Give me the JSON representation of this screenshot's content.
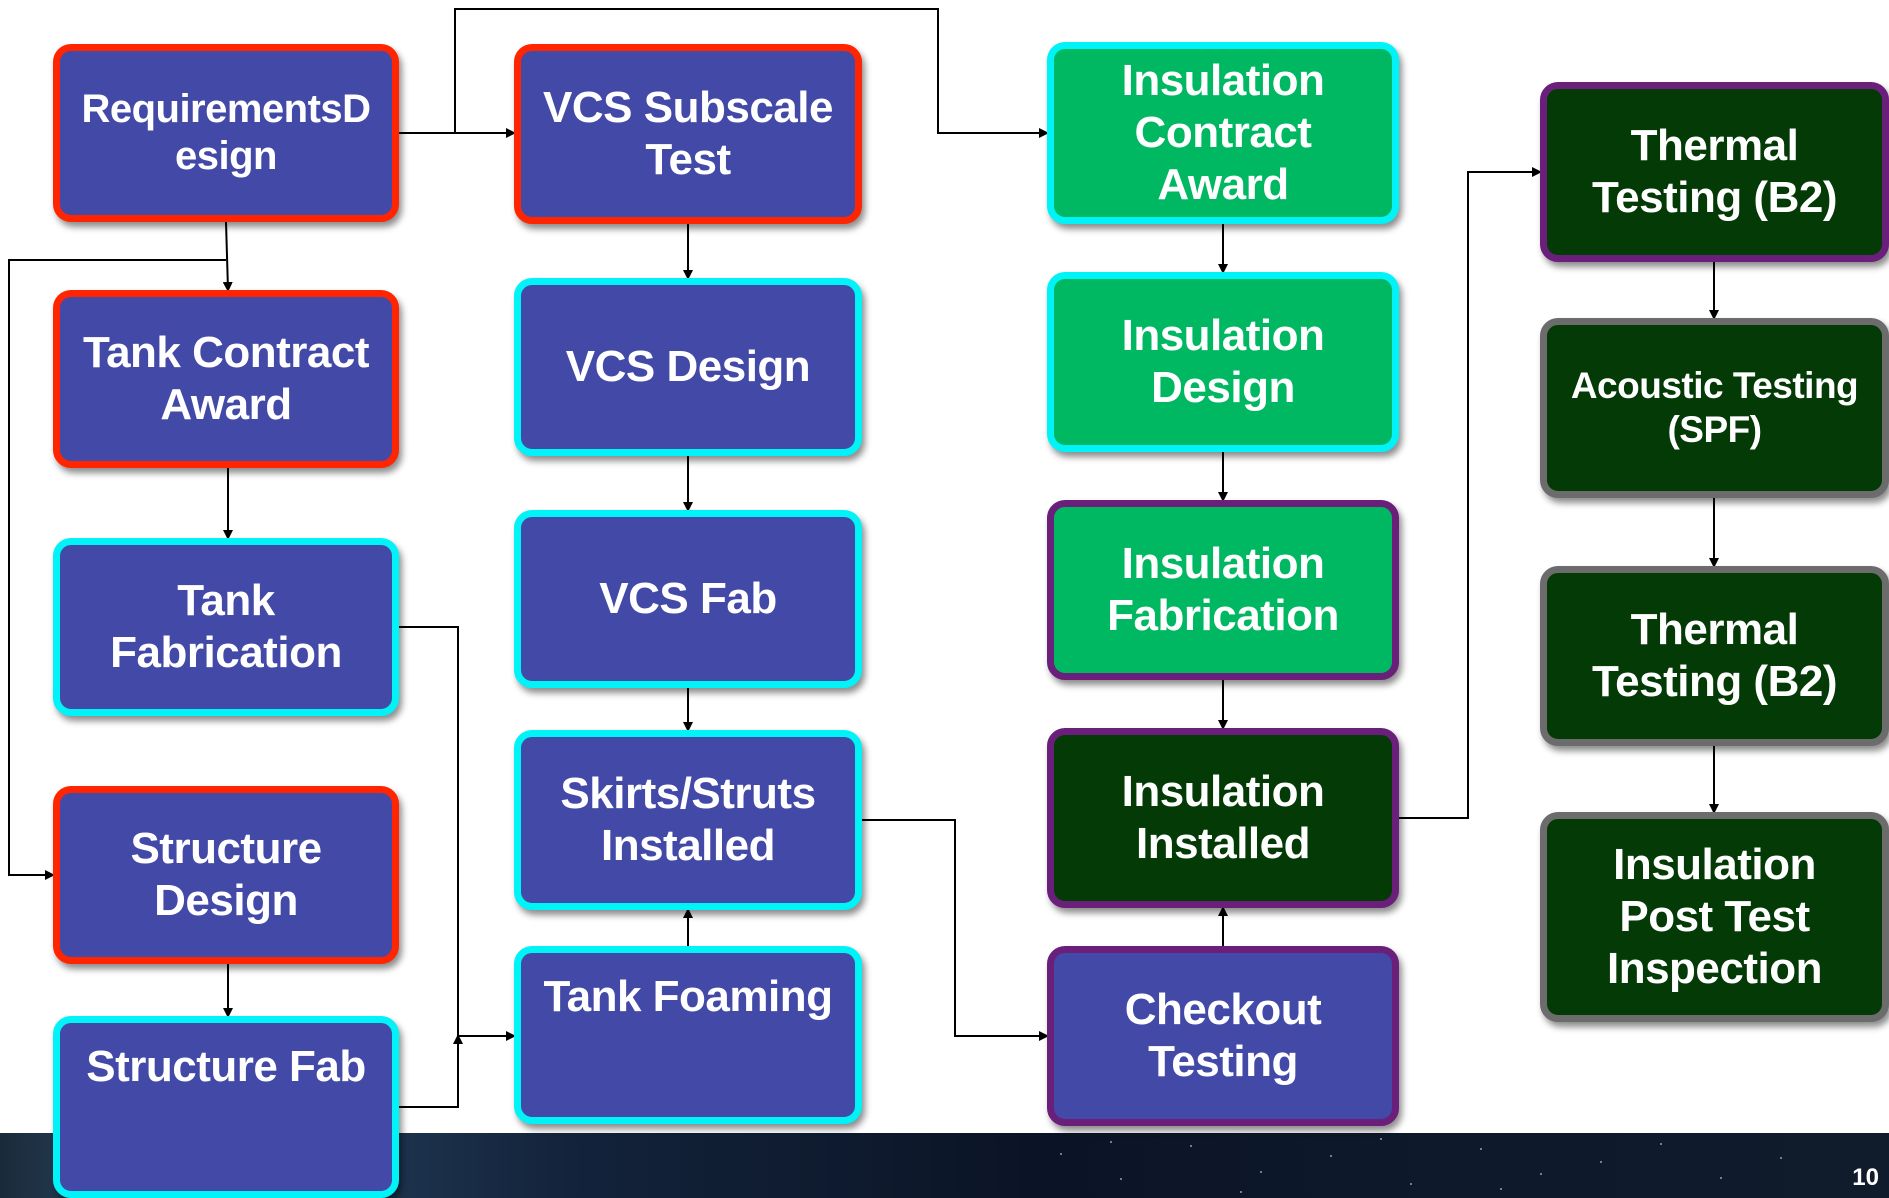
{
  "colors": {
    "fill_blue": "#4349a7",
    "fill_green": "#00b862",
    "fill_dark_green": "#033a05",
    "border_red": "#ff2500",
    "border_cyan": "#00f3f7",
    "border_purple": "#6a1f7b",
    "border_gray": "#6c6c6c",
    "connector": "#000000"
  },
  "nodes": [
    {
      "id": "requirements-design",
      "label": "RequirementsD\nesign",
      "fill": "fill_blue",
      "border": "border_red"
    },
    {
      "id": "tank-contract-award",
      "label": "Tank Contract\nAward",
      "fill": "fill_blue",
      "border": "border_red"
    },
    {
      "id": "tank-fabrication",
      "label": "Tank\nFabrication",
      "fill": "fill_blue",
      "border": "border_cyan"
    },
    {
      "id": "structure-design",
      "label": "Structure\nDesign",
      "fill": "fill_blue",
      "border": "border_red"
    },
    {
      "id": "structure-fab",
      "label": "Structure Fab",
      "fill": "fill_blue",
      "border": "border_cyan"
    },
    {
      "id": "vcs-subscale-test",
      "label": "VCS Subscale\nTest",
      "fill": "fill_blue",
      "border": "border_red"
    },
    {
      "id": "vcs-design",
      "label": "VCS Design",
      "fill": "fill_blue",
      "border": "border_cyan"
    },
    {
      "id": "vcs-fab",
      "label": "VCS Fab",
      "fill": "fill_blue",
      "border": "border_cyan"
    },
    {
      "id": "skirts-struts-installed",
      "label": "Skirts/Struts\nInstalled",
      "fill": "fill_blue",
      "border": "border_cyan"
    },
    {
      "id": "tank-foaming",
      "label": "Tank Foaming",
      "fill": "fill_blue",
      "border": "border_cyan"
    },
    {
      "id": "insulation-contract-award",
      "label": "Insulation\nContract\nAward",
      "fill": "fill_green",
      "border": "border_cyan"
    },
    {
      "id": "insulation-design",
      "label": "Insulation\nDesign",
      "fill": "fill_green",
      "border": "border_cyan"
    },
    {
      "id": "insulation-fabrication",
      "label": "Insulation\nFabrication",
      "fill": "fill_green",
      "border": "border_purple"
    },
    {
      "id": "insulation-installed",
      "label": "Insulation\nInstalled",
      "fill": "fill_dark_green",
      "border": "border_purple"
    },
    {
      "id": "checkout-testing",
      "label": "Checkout\nTesting",
      "fill": "fill_blue",
      "border": "border_purple"
    },
    {
      "id": "thermal-testing-b2-1",
      "label": "Thermal\nTesting (B2)",
      "fill": "fill_dark_green",
      "border": "border_purple"
    },
    {
      "id": "acoustic-testing-spf",
      "label": "Acoustic Testing\n(SPF)",
      "fill": "fill_dark_green",
      "border": "border_gray"
    },
    {
      "id": "thermal-testing-b2-2",
      "label": "Thermal\nTesting (B2)",
      "fill": "fill_dark_green",
      "border": "border_gray"
    },
    {
      "id": "insulation-post-test-inspection",
      "label": "Insulation\nPost Test\nInspection",
      "fill": "fill_dark_green",
      "border": "border_gray"
    }
  ],
  "edges": [
    {
      "from": "requirements-design",
      "to": "vcs-subscale-test"
    },
    {
      "from": "requirements-design",
      "to": "insulation-contract-award"
    },
    {
      "from": "requirements-design",
      "to": "tank-contract-award"
    },
    {
      "from": "requirements-design",
      "to": "structure-design"
    },
    {
      "from": "tank-contract-award",
      "to": "tank-fabrication"
    },
    {
      "from": "structure-design",
      "to": "structure-fab"
    },
    {
      "from": "tank-fabrication",
      "to": "tank-foaming"
    },
    {
      "from": "structure-fab",
      "to": "tank-foaming"
    },
    {
      "from": "vcs-subscale-test",
      "to": "vcs-design"
    },
    {
      "from": "vcs-design",
      "to": "vcs-fab"
    },
    {
      "from": "vcs-fab",
      "to": "skirts-struts-installed"
    },
    {
      "from": "tank-foaming",
      "to": "skirts-struts-installed"
    },
    {
      "from": "skirts-struts-installed",
      "to": "checkout-testing"
    },
    {
      "from": "insulation-contract-award",
      "to": "insulation-design"
    },
    {
      "from": "insulation-design",
      "to": "insulation-fabrication"
    },
    {
      "from": "insulation-fabrication",
      "to": "insulation-installed"
    },
    {
      "from": "checkout-testing",
      "to": "insulation-installed"
    },
    {
      "from": "insulation-installed",
      "to": "thermal-testing-b2-1"
    },
    {
      "from": "thermal-testing-b2-1",
      "to": "acoustic-testing-spf"
    },
    {
      "from": "acoustic-testing-spf",
      "to": "thermal-testing-b2-2"
    },
    {
      "from": "thermal-testing-b2-2",
      "to": "insulation-post-test-inspection"
    }
  ],
  "page_number": "10"
}
